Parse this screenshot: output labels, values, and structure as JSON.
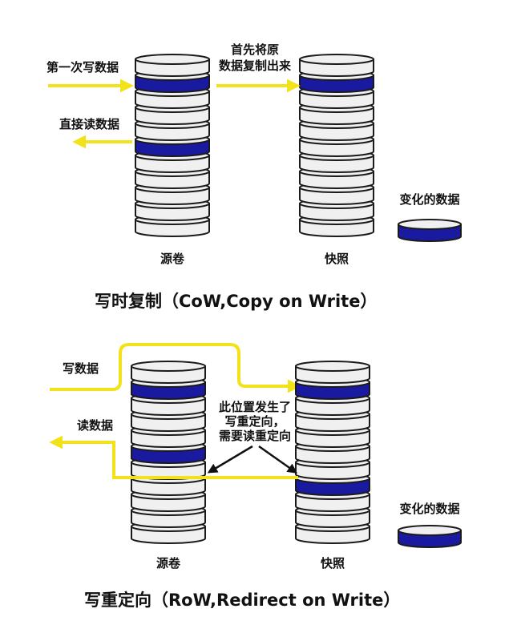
{
  "cow": {
    "title": "写时复制（CoW,Copy on Write）",
    "write_label": "第一次写数据",
    "read_label": "直接读数据",
    "copy_label_line1": "首先将原",
    "copy_label_line2": "数据复制出来",
    "source_label": "源卷",
    "snapshot_label": "快照",
    "changed_label": "变化的数据"
  },
  "row": {
    "title": "写重定向（RoW,Redirect on Write）",
    "write_label": "写数据",
    "read_label": "读数据",
    "note_line1": "此位置发生了",
    "note_line2": "写重定向，",
    "note_line3": "需要读重定向",
    "source_label": "源卷",
    "snapshot_label": "快照",
    "changed_label": "变化的数据"
  },
  "colors": {
    "disk_fill": "#f0f0f0",
    "disk_stroke": "#1a1a1a",
    "changed_block": "#1a1aa0",
    "arrow_yellow": "#f2e21a",
    "note_arrow": "#111111"
  }
}
